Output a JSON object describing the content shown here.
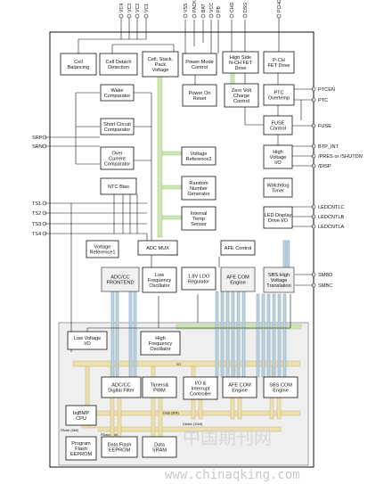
{
  "top_pins": [
    {
      "id": "vc4",
      "label": "VC4"
    },
    {
      "id": "vc3",
      "label": "VC3"
    },
    {
      "id": "vc2",
      "label": "VC2"
    },
    {
      "id": "vc1",
      "label": "VC1"
    },
    {
      "id": "vss",
      "label": "VSS"
    },
    {
      "id": "pack",
      "label": "PACK"
    },
    {
      "id": "bat",
      "label": "BAT"
    },
    {
      "id": "vcc",
      "label": "VCC"
    },
    {
      "id": "pb",
      "label": "PB"
    },
    {
      "id": "chg",
      "label": "CHG"
    },
    {
      "id": "dsg",
      "label": "DSG"
    },
    {
      "id": "pchg",
      "label": "PCHG"
    }
  ],
  "left_pins": [
    {
      "id": "srp",
      "label": "SRP"
    },
    {
      "id": "srn",
      "label": "SRN"
    },
    {
      "id": "ts1",
      "label": "TS1"
    },
    {
      "id": "ts2",
      "label": "TS2"
    },
    {
      "id": "ts3",
      "label": "TS3"
    },
    {
      "id": "ts4",
      "label": "TS4"
    }
  ],
  "right_pins": [
    {
      "id": "ptcen",
      "label": "PTCEN"
    },
    {
      "id": "ptc",
      "label": "PTC"
    },
    {
      "id": "fuse",
      "label": "FUSE"
    },
    {
      "id": "btp_int",
      "label": "BTP_INT"
    },
    {
      "id": "pres",
      "label": "/PRES or /SHUTDN"
    },
    {
      "id": "disp",
      "label": "/DISP"
    },
    {
      "id": "ledcntlc",
      "label": "LEDCNTLC"
    },
    {
      "id": "ledcntlb",
      "label": "LEDCNTLB"
    },
    {
      "id": "ledcntla",
      "label": "LEDCNTLA"
    },
    {
      "id": "smbd",
      "label": "SMBD"
    },
    {
      "id": "smbc",
      "label": "SMBC"
    }
  ],
  "blocks": {
    "cell_balancing": [
      "Cell",
      "Balancing"
    ],
    "cell_detach": [
      "Cell Detach",
      "Detection"
    ],
    "cell_stack": [
      "Cell, Stack,",
      "Pack",
      "Voltage"
    ],
    "power_mode": [
      "Power Mode",
      "Control"
    ],
    "high_side_fet": [
      "High Side",
      "N-CH FET",
      "Drive"
    ],
    "pch_fet": [
      "P-CH",
      "FET Drive"
    ],
    "power_on_reset": [
      "Power On",
      "Reset"
    ],
    "zero_volt": [
      "Zero Volt",
      "Charge",
      "Control"
    ],
    "ptc_overtemp": [
      "PTC",
      "Overtemp"
    ],
    "wake_comp": [
      "Wake",
      "Comparator"
    ],
    "short_circuit": [
      "Short Circuit",
      "Comparator"
    ],
    "over_current": [
      "Over",
      "Current",
      "Comparator"
    ],
    "fuse_control": [
      "FUSE",
      "Control"
    ],
    "voltage_ref2": [
      "Voltage",
      "Reference2"
    ],
    "high_voltage_io": [
      "High",
      "Voltage",
      "I/O"
    ],
    "ntc_bias": [
      "NTC Bias"
    ],
    "random_number": [
      "Random",
      "Number",
      "Generator"
    ],
    "watchdog": [
      "Watchdog",
      "Timer"
    ],
    "internal_temp": [
      "Internal",
      "Temp",
      "Sensor"
    ],
    "led_display": [
      "LED Display",
      "Drive I/O"
    ],
    "voltage_ref1": [
      "Voltage",
      "Reference1"
    ],
    "adc_mux": [
      "ADC MUX"
    ],
    "afe_control": [
      "AFE Control"
    ],
    "adc_cc_frontend": [
      "ADC/CC",
      "FRONTEND"
    ],
    "lf_osc": [
      "Low",
      "Frequency",
      "Oscillator"
    ],
    "ldo": [
      "1.8V LDO",
      "Regulator"
    ],
    "afe_com_engine_top": [
      "AFE COM",
      "Engine"
    ],
    "sbs_high_voltage": [
      "SBS High",
      "Voltage",
      "Translation"
    ],
    "low_voltage_io": [
      "Low Voltage",
      "I/O"
    ],
    "hf_osc": [
      "High",
      "Frequency",
      "Oscillator"
    ],
    "adc_cc_filter": [
      "ADC/CC",
      "Digital Filter"
    ],
    "timers_pwm": [
      "Timers&",
      "PWM"
    ],
    "io_interrupt": [
      "I/O &",
      "Interrupt",
      "Controller"
    ],
    "afe_com_engine_bot": [
      "AFE COM",
      "Engine"
    ],
    "sbs_com_engine": [
      "SBS COM",
      "Engine"
    ],
    "cpu": [
      "bqBMP",
      "CPU"
    ],
    "program_flash": [
      "Program",
      "Flash",
      "EEPROM"
    ],
    "data_flash": [
      "Data Flash",
      "EEPROM"
    ],
    "data_sram": [
      "Data",
      "SRAM"
    ]
  },
  "bus_labels": {
    "io_bus": "I/O",
    "data_bus": "Data (8bit)",
    "program_addr": "PAddr (8bit)",
    "program_data": "PData (16bit)",
    "data_addr": "DAddr (11bit)"
  },
  "watermark": {
    "cn": "中国期刊网",
    "url": "www.chinaqking.com"
  }
}
